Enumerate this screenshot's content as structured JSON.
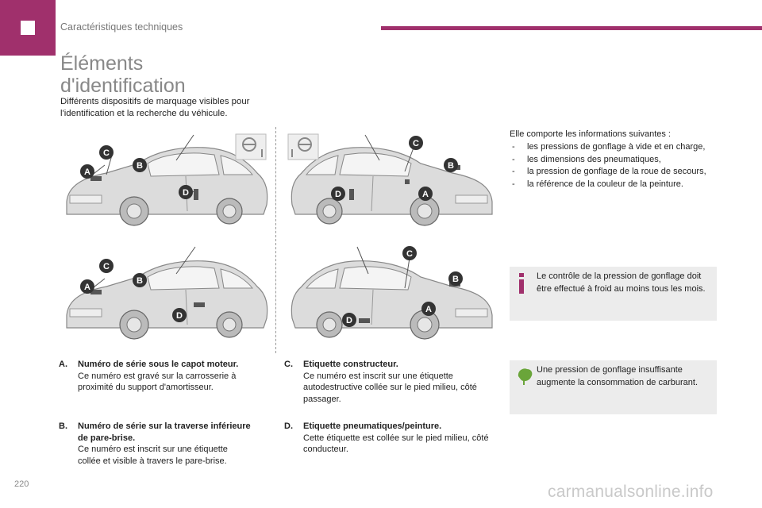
{
  "header": {
    "section_title": "Caractéristiques techniques",
    "accent_color": "#a0306c"
  },
  "title": {
    "line1": "Éléments",
    "line2": "d'identification"
  },
  "intro": "Différents dispositifs de marquage visibles pour l'identification et la recherche du véhicule.",
  "diagrams": {
    "marker_a": "A",
    "marker_b": "B",
    "marker_c": "C",
    "marker_d": "D"
  },
  "labels": {
    "a": {
      "letter": "A.",
      "title": "Numéro de série sous le capot moteur.",
      "text": "Ce numéro est gravé sur la carrosserie à proximité du support d'amortisseur."
    },
    "b": {
      "letter": "B.",
      "title": "Numéro de série sur la traverse inférieure de pare-brise.",
      "text": "Ce numéro est inscrit sur une étiquette collée et visible à travers le pare-brise."
    },
    "c": {
      "letter": "C.",
      "title": "Etiquette constructeur.",
      "text": "Ce numéro est inscrit sur une étiquette autodestructive collée sur le pied milieu, côté passager."
    },
    "d": {
      "letter": "D.",
      "title": "Etiquette pneumatiques/peinture.",
      "text": "Cette étiquette est collée sur le pied milieu, côté conducteur."
    }
  },
  "info": {
    "intro": "Elle comporte les informations suivantes :",
    "items": [
      "les pressions de gonflage à vide et en charge,",
      "les dimensions des pneumatiques,",
      "la pression de gonflage de la roue de secours,",
      "la référence de la couleur de la peinture."
    ]
  },
  "notes": {
    "info": {
      "icon": "info-icon",
      "text": "Le contrôle de la pression de gonflage doit être effectué à froid au moins tous les mois."
    },
    "eco": {
      "icon": "eco-leaf-icon",
      "text": "Une pression de gonflage insuffisante augmente la consommation de carburant."
    }
  },
  "footer": {
    "page_number": "220",
    "watermark": "carmanualsonline.info"
  }
}
